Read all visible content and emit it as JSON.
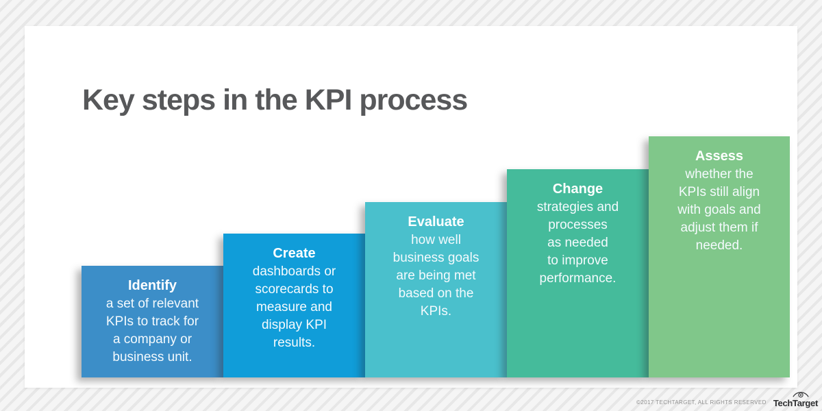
{
  "title": "Key steps in the KPI process",
  "title_color": "#57585a",
  "steps": [
    {
      "heading": "Identify",
      "body": "a set of relevant\nKPIs to track for\na company or\nbusiness unit.",
      "color": "#3c8ec8"
    },
    {
      "heading": "Create",
      "body": "dashboards or\nscorecards to\nmeasure and\ndisplay KPI\nresults.",
      "color": "#109dd9"
    },
    {
      "heading": "Evaluate",
      "body": "how well\nbusiness goals\nare being met\nbased on the\nKPIs.",
      "color": "#4ac0cc"
    },
    {
      "heading": "Change",
      "body": "strategies and\nprocesses\nas needed\nto improve\nperformance.",
      "color": "#45bb9b"
    },
    {
      "heading": "Assess",
      "body": "whether the\nKPIs still align\nwith goals and\nadjust them if\nneeded.",
      "color": "#80c78a"
    }
  ],
  "footer": {
    "copyright": "©2017 TECHTARGET, ALL RIGHTS RESERVED",
    "logo_text": "TechTarget",
    "logo_icon": "eye-icon"
  }
}
